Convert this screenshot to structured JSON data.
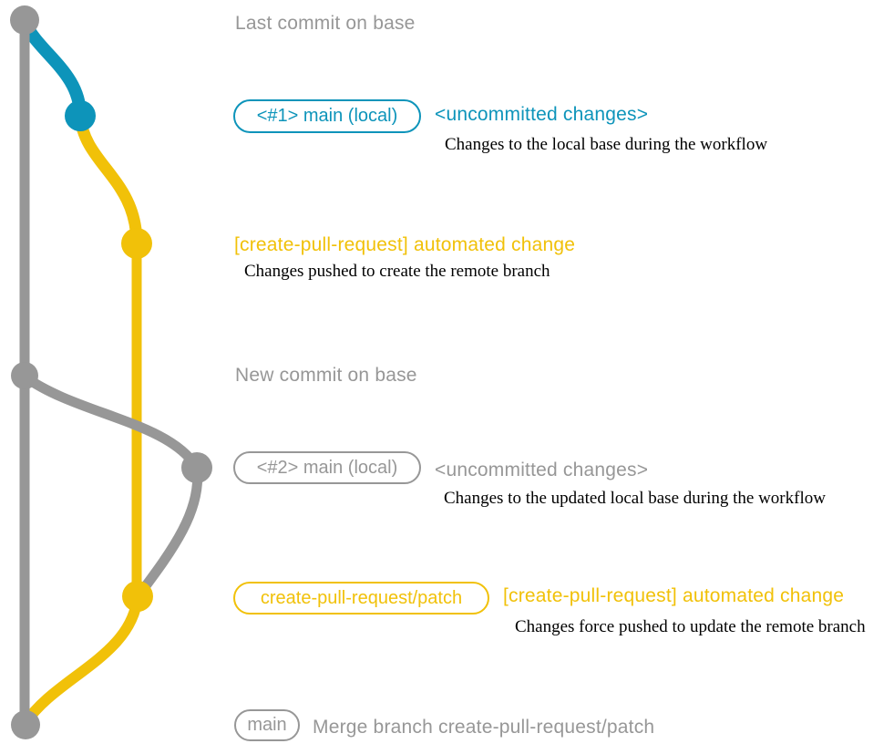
{
  "colors": {
    "gray": "#979797",
    "blue": "#0d94ba",
    "yellow": "#f1c109",
    "text": "#000000",
    "bg": "#ffffff"
  },
  "rows": [
    {
      "note": "Last commit on base"
    },
    {
      "tag": "<#1> main (local)",
      "message": "<uncommitted changes>",
      "description": "Changes to the local base during the workflow"
    },
    {
      "message": "[create-pull-request] automated change",
      "description": "Changes pushed to create the remote branch"
    },
    {
      "note": "New commit on base"
    },
    {
      "tag": "<#2> main (local)",
      "message": "<uncommitted changes>",
      "description": "Changes to the updated local base during the workflow"
    },
    {
      "tag": "create-pull-request/patch",
      "message": "[create-pull-request] automated change",
      "description": "Changes force pushed to update the remote branch"
    },
    {
      "tag": "main",
      "message": "Merge branch create-pull-request/patch"
    }
  ],
  "graph": {
    "commit_dots": [
      {
        "order": 1,
        "color": "gray"
      },
      {
        "order": 2,
        "color": "blue"
      },
      {
        "order": 3,
        "color": "yellow"
      },
      {
        "order": 4,
        "color": "gray"
      },
      {
        "order": 5,
        "color": "gray"
      },
      {
        "order": 6,
        "color": "yellow"
      },
      {
        "order": 7,
        "color": "gray"
      }
    ]
  }
}
